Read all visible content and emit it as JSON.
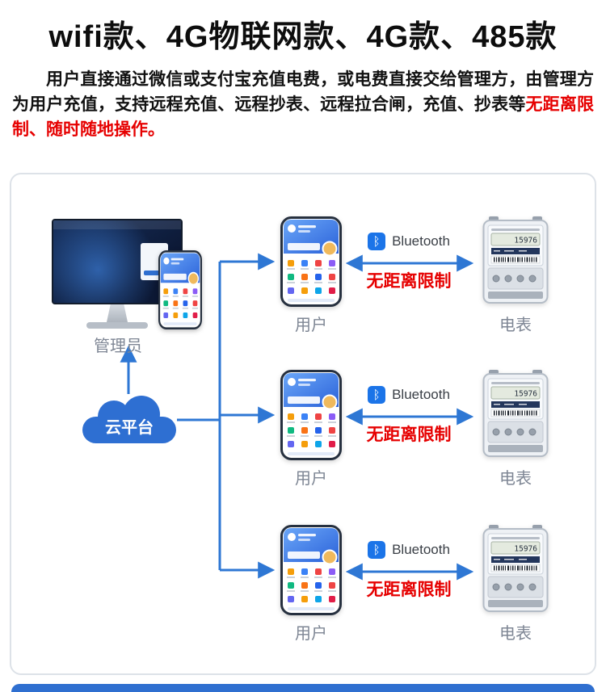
{
  "title": "wifi款、4G物联网款、4G款、485款",
  "intro": {
    "black_text": "用户直接通过微信或支付宝充值电费，或电费直接交给管理方，由管理方为用户充值，支持远程充值、远程抄表、远程拉合闸，充值、抄表等",
    "red_text": "无距离限制、随时随地操作。"
  },
  "diagram": {
    "admin_label": "管理员",
    "cloud_label": "云平台",
    "rows": [
      {
        "user_label": "用户",
        "bluetooth_label": "Bluetooth",
        "no_limit_label": "无距离限制",
        "meter_label": "电表",
        "meter_reading": "15976"
      },
      {
        "user_label": "用户",
        "bluetooth_label": "Bluetooth",
        "no_limit_label": "无距离限制",
        "meter_label": "电表",
        "meter_reading": "15976"
      },
      {
        "user_label": "用户",
        "bluetooth_label": "Bluetooth",
        "no_limit_label": "无距离限制",
        "meter_label": "电表",
        "meter_reading": "15976"
      }
    ]
  },
  "icons": {
    "bluetooth_glyph": "ᛒ"
  },
  "colors": {
    "accent_blue": "#2e77d4",
    "alert_red": "#e60000",
    "label_gray": "#7e8694"
  }
}
